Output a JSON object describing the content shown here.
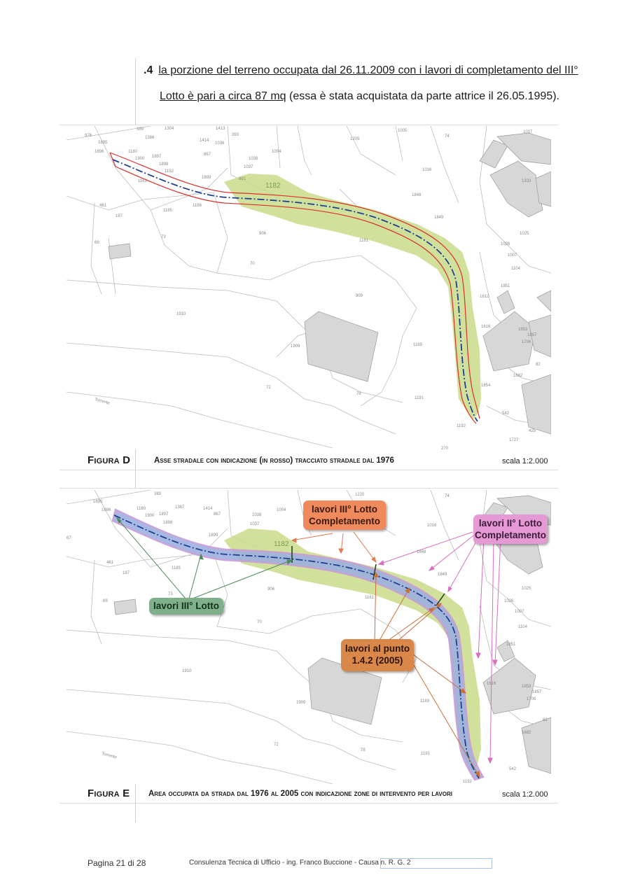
{
  "paragraph": {
    "number": ".4",
    "line1": "la porzione del terreno occupata dal 26.11.2009 con i lavori di completamento del III°",
    "line2_underlined": "Lotto è pari a circa 87 mq",
    "line2_rest": " (essa è stata acquistata da parte attrice il 26.05.1995)."
  },
  "figure_d": {
    "label": "Figura D",
    "caption": "Asse stradale con indicazione (in rosso) tracciato stradale dal 1976",
    "scale": "scala 1:2.000"
  },
  "figure_e": {
    "label": "Figura E",
    "caption": "Area occupata da strada dal 1976 al 2005 con indicazione zone di intervento per lavori",
    "scale": "scala 1:2.000",
    "callouts": {
      "completamento_iii": {
        "line1": "lavori III° Lotto",
        "line2": "Completamento",
        "color": "#f08a5d"
      },
      "completamento_ii": {
        "line1": "lavori II° Lotto",
        "line2": "Completamento",
        "color": "#e59ad6"
      },
      "lotto_iii": {
        "text": "lavori III° Lotto",
        "color": "#7fb08a"
      },
      "punto": {
        "line1": "lavori al punto",
        "line2": "1.4.2 (2005)",
        "color": "#d9884a"
      }
    }
  },
  "map_labels": {
    "parcels_d": [
      "976",
      "1895",
      "1896",
      "1180",
      "1900",
      "1897",
      "1898",
      "1899",
      "1152",
      "1163",
      "389",
      "1386",
      "1304",
      "1413",
      "1414",
      "1036",
      "867",
      "393",
      "1004",
      "1037",
      "1038",
      "1899",
      "861",
      "1182",
      "1205",
      "1005",
      "74",
      "1016",
      "1848",
      "1849",
      "1333",
      "461",
      "187",
      "1185",
      "1186",
      "73",
      "906",
      "1181",
      "69",
      "70",
      "1026",
      "1025",
      "1007",
      "1104",
      "1851",
      "1612",
      "1616",
      "1853",
      "1857",
      "1706",
      "1910",
      "909",
      "1909",
      "1189",
      "82",
      "1682",
      "72",
      "78",
      "1191",
      "542",
      "425",
      "1727",
      "1192",
      "270",
      "1017",
      "1854"
    ],
    "road_number": "1182",
    "torrente": "Torrente"
  },
  "footer": {
    "page": "Pagina 21 di 28",
    "text": "Consulenza Tecnica di Ufficio - ing. Franco Buccione - Causa n. R. G. 2"
  },
  "colors": {
    "road_red": "#d9302c",
    "axis_blue": "#1f3f93",
    "green_area": "#c9dc8a",
    "blue_area": "#9eb1df",
    "purple_edge": "#c79bd9"
  }
}
